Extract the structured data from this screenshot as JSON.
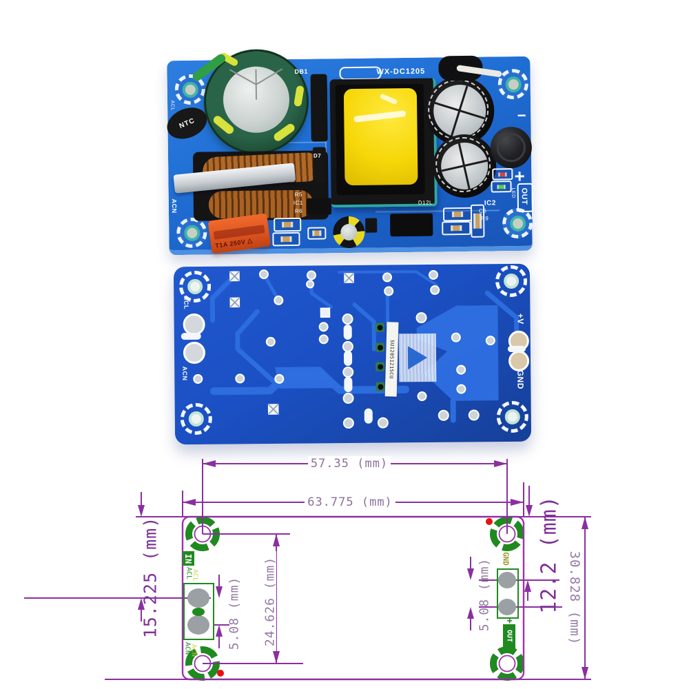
{
  "colors": {
    "background": "#ffffff",
    "pcb_top_blue": "#2070d6",
    "pcb_bottom_blue": "#1b50c4",
    "trace_blue": "#2e6fe0",
    "dimension_line": "#8b2fa0",
    "dimension_text": "#8c6f9c",
    "dimension_text_dark": "#7e2f96",
    "diagram_green": "#1f8a1f",
    "pad_gray": "#9aa0a4",
    "marker_red": "#e81010",
    "transformer_tape_yellow": "#f5d60a",
    "fuse_orange": "#e05a20"
  },
  "top_board": {
    "labels": {
      "model": "WX-DC1205",
      "db1": "DB1",
      "d7": "D7",
      "ntc": "NTC",
      "acl": "ACL",
      "acn": "ACN",
      "fuse_rating": "T1A 250V",
      "fuse_mark": "△",
      "r5": "R5",
      "ic1": "IC1",
      "r6": "R6",
      "d12l": "D12L",
      "ic2": "IC2",
      "c6": "C6",
      "r9": "R9",
      "led": "LED",
      "out": "OUT",
      "plus": "+",
      "minus": "−"
    }
  },
  "bottom_board": {
    "labels": {
      "acl": "ACL",
      "acn": "ACN",
      "plus_v": "+V",
      "gnd": "GND"
    },
    "sticker_code": "SU12051215CU"
  },
  "diagram": {
    "dim_hole_span_x": "57.35 (mm)",
    "dim_board_width": "63.775 (mm)",
    "dim_left_offset": "15.225 (mm)",
    "dim_hole_span_y": "24.626 (mm)",
    "dim_left_pitch": "5.08 (mm)",
    "dim_right_pitch": "5.08 (mm)",
    "dim_right_offset": "12.2 (mm)",
    "dim_board_height": "30.828 (mm)",
    "labels": {
      "in": "IN",
      "acl": "ACL",
      "acn": "ACN",
      "gnd": "GND",
      "out": "OUT",
      "plus": "+"
    }
  }
}
